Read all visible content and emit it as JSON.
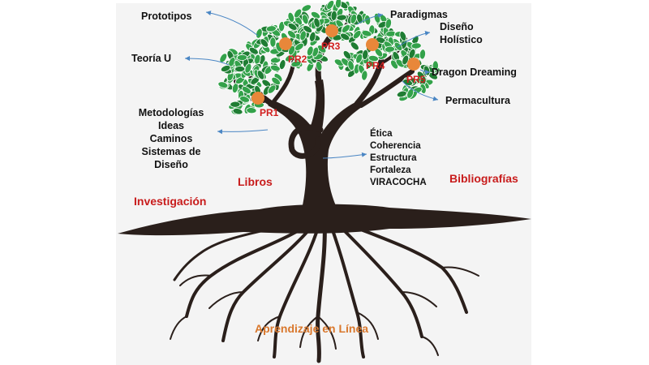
{
  "labels": {
    "prototipos": "Prototipos",
    "teoria_u": "Teoría U",
    "paradigmas": "Paradigmas",
    "diseno": "Diseño",
    "holistico": "Holístico",
    "dragon": "Dragon Dreaming",
    "permacultura": "Permacultura",
    "metodologias": "Metodologías",
    "ideas": "Ideas",
    "caminos": "Caminos",
    "sistemas": "Sistemas de",
    "diseno2": "Diseño",
    "etica": "Ética",
    "coherencia": "Coherencia",
    "estructura": "Estructura",
    "fortaleza": "Fortaleza",
    "viracocha": "VIRACOCHA",
    "libros": "Libros",
    "bibliografias": "Bibliografías",
    "investigacion": "Investigación",
    "aprendizaje": "Aprendizaje en Línea"
  },
  "fruit_labels": [
    "PR1",
    "PR2",
    "PR3",
    "PR4",
    "PR5"
  ],
  "colors": {
    "trunk": "#2a1f1b",
    "leaf": "#33a24a",
    "leaf_dark": "#1f7d33",
    "fruit": "#e8873a",
    "red_text": "#c81c1c",
    "orange_text": "#d9782d",
    "arrow": "#4a86c4"
  }
}
